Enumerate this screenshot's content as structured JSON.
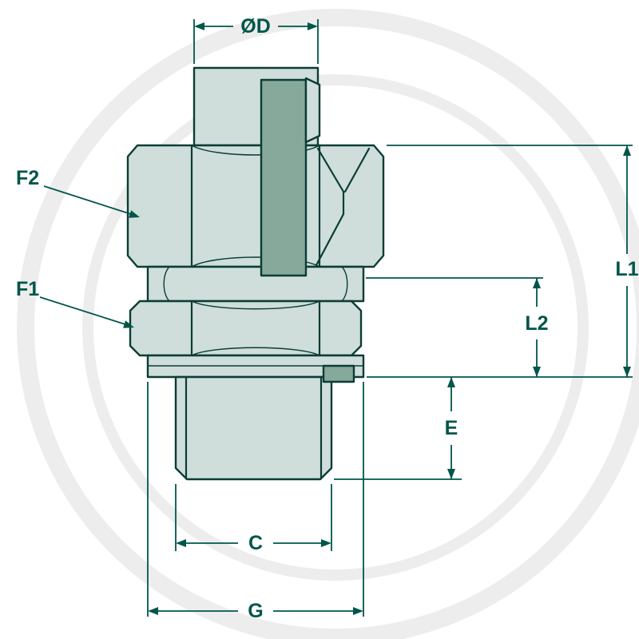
{
  "diagram": {
    "labels": {
      "od": "ØD",
      "f2": "F2",
      "f1": "F1",
      "l1": "L1",
      "l2": "L2",
      "e": "E",
      "c": "C",
      "g": "G"
    },
    "colors": {
      "outline": "#0b3c36",
      "body_fill": "#cfdeda",
      "section_fill": "#86a99c",
      "dimension": "#00564a",
      "watermark": "#ededed",
      "background": "#ffffff"
    }
  }
}
